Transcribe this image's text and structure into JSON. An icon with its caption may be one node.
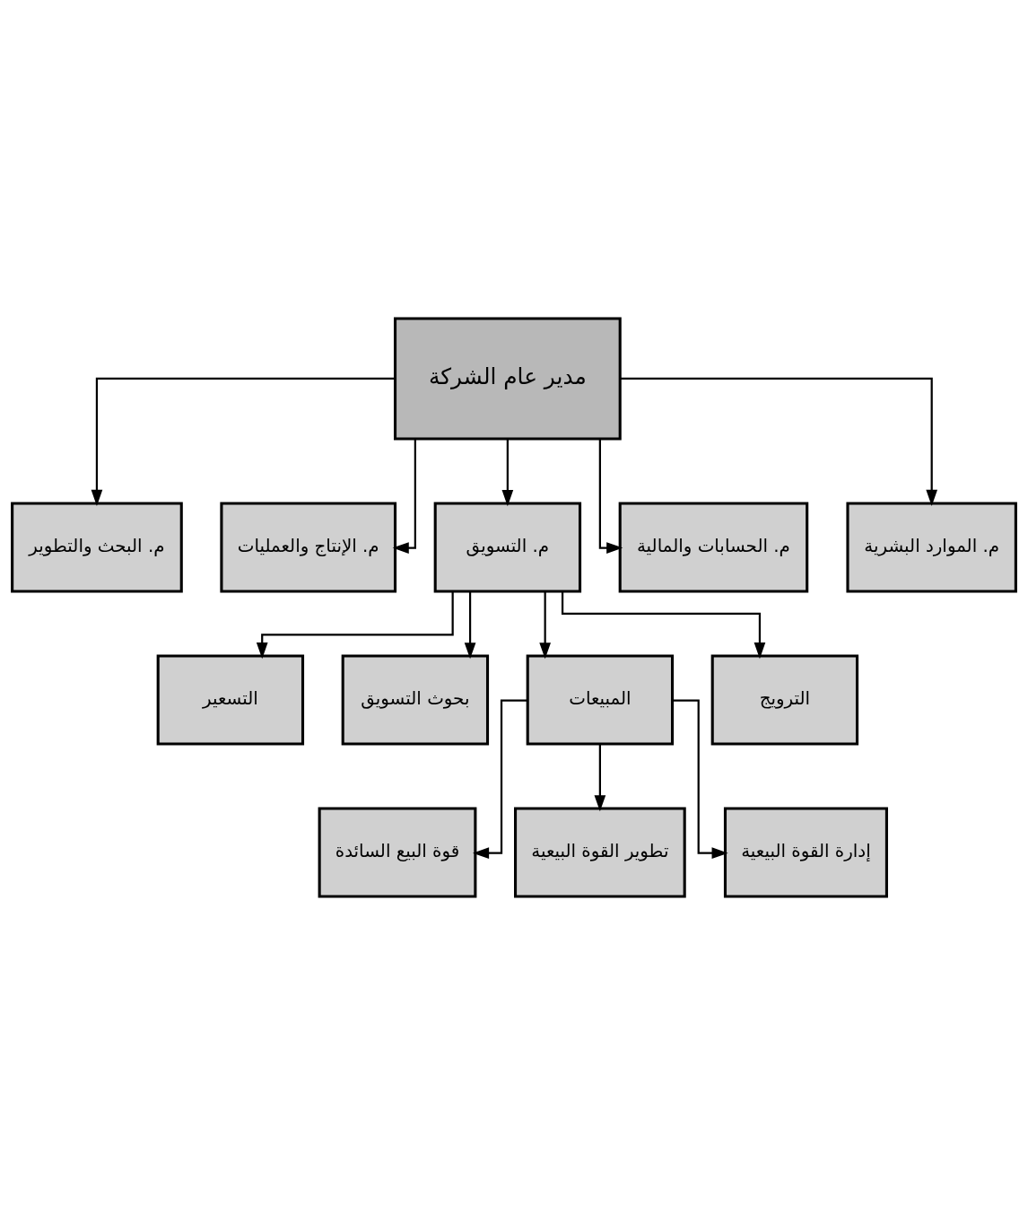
{
  "diagram": {
    "nodes": [
      {
        "text": [
          "مدير عام الشركة"
        ]
      },
      {
        "text": [
          "م. البحث والتطوير"
        ]
      },
      {
        "text": [
          "م. الإنتاج والعمليات"
        ]
      },
      {
        "text": [
          "م. التسويق"
        ]
      },
      {
        "text": [
          "م. الحسابات والمالية"
        ]
      },
      {
        "text": [
          "م. الموارد البشرية"
        ]
      },
      {
        "text": [
          "التسعير"
        ]
      },
      {
        "text": [
          "بحوث التسويق"
        ]
      },
      {
        "text": [
          "المبيعات"
        ]
      },
      {
        "text": [
          "الترويج"
        ]
      },
      {
        "text": [
          "قوة البيع السائدة"
        ]
      },
      {
        "text": [
          "تطوير القوة البيعية"
        ]
      },
      {
        "text": [
          "إدارة القوة البيعية"
        ]
      }
    ],
    "edges": [
      {
        "from": 0,
        "to": 1,
        "arrow": "to"
      },
      {
        "from": 0,
        "to": 2,
        "arrow": "to"
      },
      {
        "from": 0,
        "to": 3,
        "arrow": "to"
      },
      {
        "from": 0,
        "to": 4,
        "arrow": "to"
      },
      {
        "from": 0,
        "to": 5,
        "arrow": "to"
      },
      {
        "from": 3,
        "to": 6,
        "arrow": "to"
      },
      {
        "from": 3,
        "to": 7,
        "arrow": "to"
      },
      {
        "from": 3,
        "to": 8,
        "arrow": "to"
      },
      {
        "from": 3,
        "to": 9,
        "arrow": "to"
      },
      {
        "from": 8,
        "to": 10,
        "arrow": "to"
      },
      {
        "from": 8,
        "to": 11,
        "arrow": "to"
      },
      {
        "from": 8,
        "to": 12,
        "arrow": "to"
      }
    ]
  }
}
